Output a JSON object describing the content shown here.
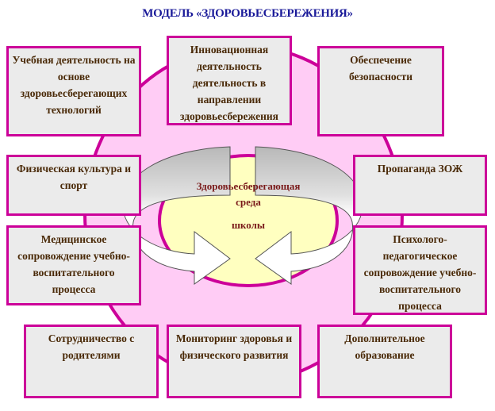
{
  "title": "МОДЕЛЬ «ЗДОРОВЬЕСБЕРЕЖЕНИЯ»",
  "center": {
    "line1": "Здоровьесберегающая",
    "line2": "среда",
    "line3": "школы"
  },
  "boxes": [
    "Учебная деятельность на основе здоровьесберегающих технологий",
    "Инновационная деятельность деятельность в направлении здоровьесбережения",
    "Обеспечение безопасности",
    "Физическая культура и спорт",
    "Пропаганда ЗОЖ",
    "Медицинское сопровождение учебно-воспитательного процесса",
    "Психолого-педагогическое сопровождение учебно-воспитательного процесса",
    "Сотрудничество с родителями",
    "Мониторинг здоровья и физического развития",
    "Дополнительное образование"
  ],
  "colors": {
    "outer_circle": "#ffccf5",
    "border": "#cc0099",
    "inner_circle": "#ffffc0",
    "box_fill": "#ebebeb",
    "title": "#1a1a99"
  }
}
